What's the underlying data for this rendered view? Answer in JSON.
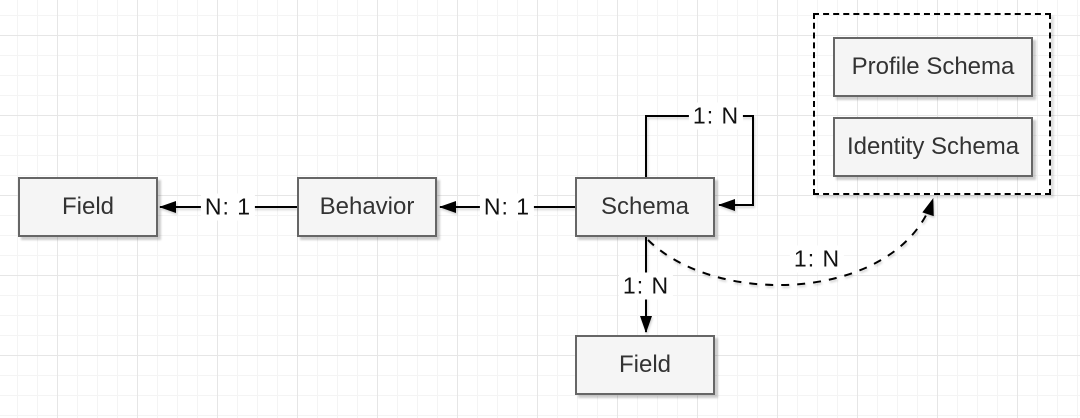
{
  "diagram": {
    "nodes": [
      {
        "id": "field-left",
        "label": "Field"
      },
      {
        "id": "behavior",
        "label": "Behavior"
      },
      {
        "id": "schema",
        "label": "Schema"
      },
      {
        "id": "field-bottom",
        "label": "Field"
      },
      {
        "id": "profile-schema",
        "label": "Profile Schema"
      },
      {
        "id": "identity-schema",
        "label": "Identity Schema"
      }
    ],
    "edges": [
      {
        "id": "behavior-to-field",
        "from": "Behavior",
        "to": "Field",
        "label": "N: 1",
        "style": "solid"
      },
      {
        "id": "schema-to-behavior",
        "from": "Schema",
        "to": "Behavior",
        "label": "N: 1",
        "style": "solid"
      },
      {
        "id": "schema-self-loop",
        "from": "Schema",
        "to": "Schema",
        "label": "1: N",
        "style": "solid"
      },
      {
        "id": "schema-to-field",
        "from": "Schema",
        "to": "Field",
        "label": "1: N",
        "style": "solid"
      },
      {
        "id": "schema-to-group",
        "from": "Schema",
        "to": "schema-group",
        "label": "1: N",
        "style": "dashed"
      }
    ],
    "group": {
      "id": "schema-group",
      "contains": [
        "Profile Schema",
        "Identity Schema"
      ]
    },
    "colors": {
      "background": "#ffffff",
      "grid_minor": "#f4f4f4",
      "grid_major": "#e6e6e6",
      "node_fill": "#f5f5f5",
      "node_border": "#666666",
      "node_text": "#333333",
      "edge_stroke": "#000000"
    }
  }
}
